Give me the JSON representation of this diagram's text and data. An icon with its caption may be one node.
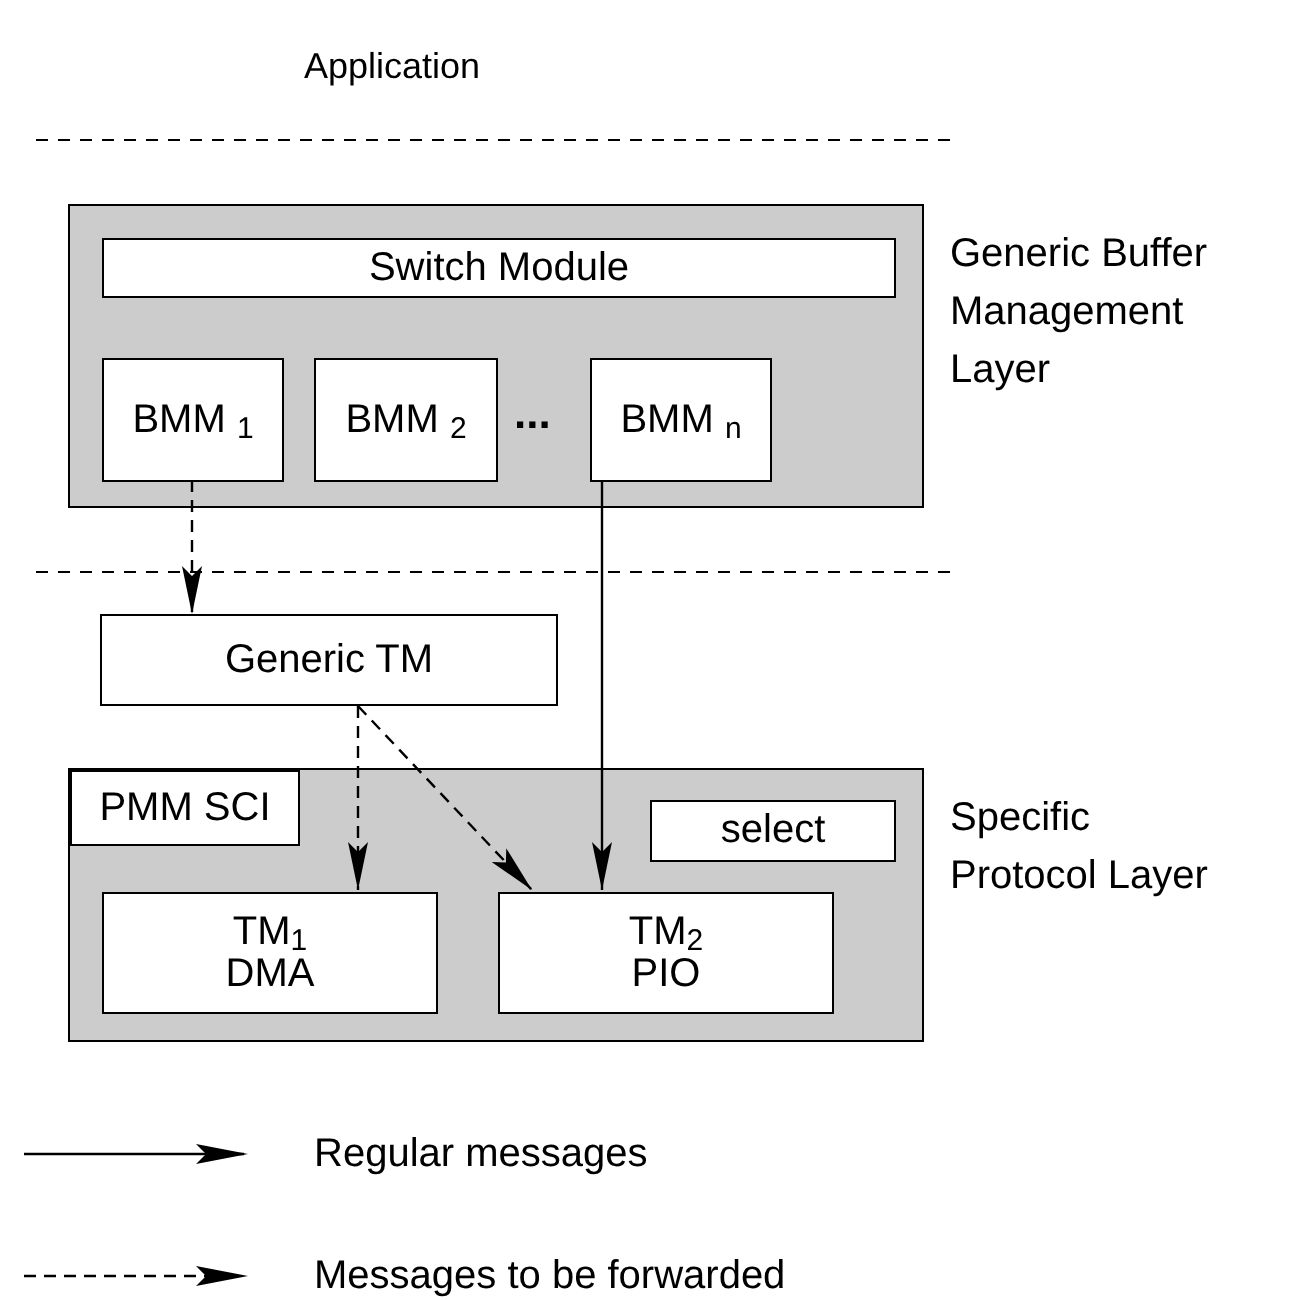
{
  "diagram": {
    "nodes": [
      {
        "text": [],
        "shape": "box",
        "beside": [
          "Generic Buffer Management Layer"
        ]
      },
      {
        "text": [
          "Switch Module"
        ],
        "in": 0
      },
      {
        "text": [
          "BMM $_{1}$"
        ],
        "in": 0
      },
      {
        "text": [
          "BMM $_{2}$"
        ],
        "in": 0
      },
      {
        "text": [
          "BMM $_{n}$"
        ],
        "in": 0
      },
      {
        "text": [
          "Generic TM"
        ]
      },
      {
        "text": [],
        "shape": "box",
        "beside": [
          "Specific Protocol Layer"
        ]
      },
      {
        "text": [
          "PMM SCI"
        ],
        "in": 6
      },
      {
        "text": [
          "select"
        ],
        "in": 6
      },
      {
        "text": [
          "TM$_{1}$",
          "DMA"
        ],
        "in": 6
      },
      {
        "text": [
          "TM$_{2}$",
          "PIO"
        ],
        "in": 6
      }
    ],
    "edges": [
      {
        "from": 2,
        "to": 5,
        "arrow": "to",
        "style": "dashed"
      },
      {
        "from": 4,
        "to": 10,
        "arrow": "to"
      },
      {
        "from": 5,
        "to": 9,
        "arrow": "to",
        "style": "dashed"
      },
      {
        "from": 5,
        "to": 10,
        "arrow": "to",
        "style": "dashed"
      }
    ],
    "labels": [
      "Application",
      "..."
    ],
    "legend": [
      {
        "text": "Regular messages"
      },
      {
        "text": "Messages to be forwarded"
      }
    ]
  }
}
